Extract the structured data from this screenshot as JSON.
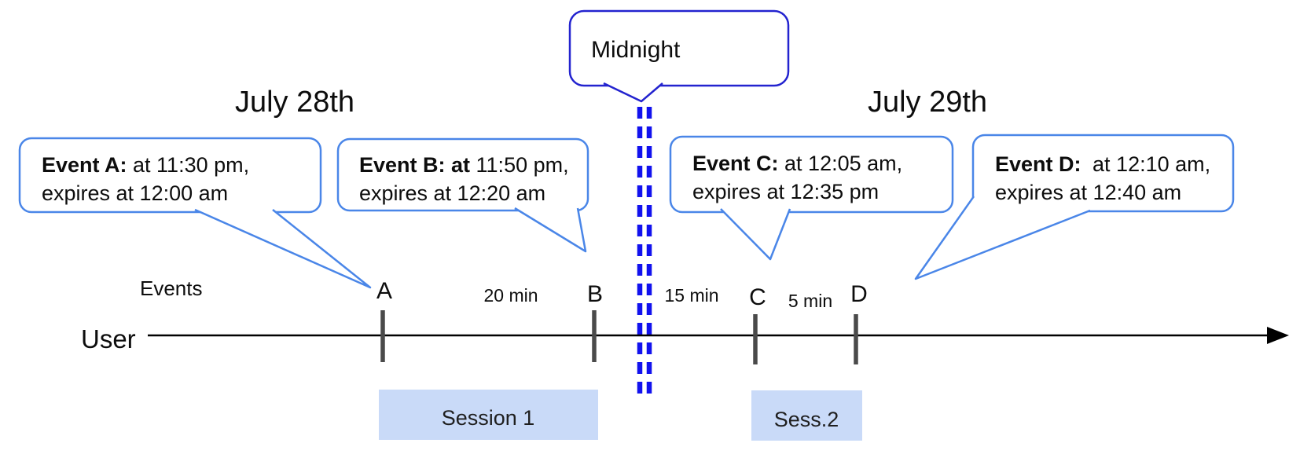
{
  "day_headers": {
    "left": "July 28th",
    "right": "July 29th"
  },
  "midnight_callout": {
    "label": "Midnight"
  },
  "event_callouts": [
    {
      "bold": "Event A:",
      "rest": " at 11:30 pm,",
      "line2": "expires at 12:00 am"
    },
    {
      "bold": "Event B: at",
      "rest": " 11:50 pm,",
      "line2": "expires at 12:20 am"
    },
    {
      "bold": "Event C:",
      "rest": " at 12:05 am,",
      "line2": "expires at 12:35 pm"
    },
    {
      "bold": "Event D:",
      "rest": " at 12:10 am,",
      "line2": "expires at 12:40 am"
    }
  ],
  "timeline": {
    "events_label": "Events",
    "user_label": "User",
    "tick_labels": [
      "A",
      "B",
      "C",
      "D"
    ],
    "gap_labels": [
      "20 min",
      "15 min",
      "5 min"
    ]
  },
  "sessions": [
    {
      "label": "Session 1"
    },
    {
      "label": "Sess.2"
    }
  ],
  "colors": {
    "event_bubble_border": "#4a86e8",
    "midnight_bubble_border": "#2323cf",
    "midnight_dash": "#1212ee",
    "session_fill": "#c9daf8",
    "tick": "#4a4a4a",
    "axis": "#000000",
    "text": "#0d0d0d"
  }
}
